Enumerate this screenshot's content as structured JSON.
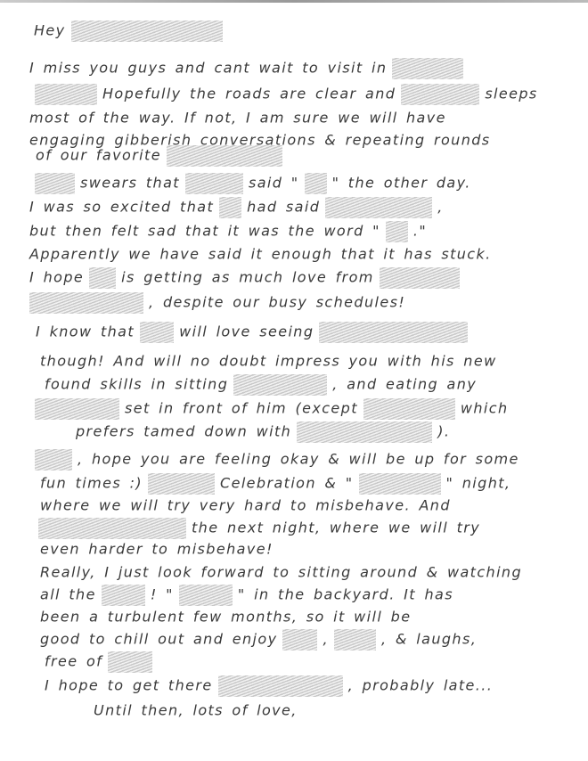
{
  "letter": {
    "lines": [
      [
        "Hey"
      ],
      [
        "I miss you guys and cant wait to visit in"
      ],
      [
        "Hopefully the roads are clear and",
        "sleeps"
      ],
      [
        "most of the way. If not, I am sure we will have"
      ],
      [
        "engaging gibberish conversations & repeating rounds"
      ],
      [
        "of our favorite"
      ],
      [
        "swears that",
        "said \"",
        "\" the other day."
      ],
      [
        "I was so excited that",
        "had said",
        ","
      ],
      [
        "but then felt sad that it was the word \"",
        ".\""
      ],
      [
        "Apparently we have said it enough that it has stuck."
      ],
      [
        "I hope",
        "is getting as much love from"
      ],
      [
        ", despite our busy schedules!"
      ],
      [
        "I know that",
        "will love seeing"
      ],
      [
        "though! And will no doubt impress you with his new"
      ],
      [
        "found skills in sitting",
        ", and eating any"
      ],
      [
        "set in front of him (except",
        "which"
      ],
      [
        "prefers tamed down with",
        ")."
      ],
      [
        ", hope you are feeling okay & will be up for some"
      ],
      [
        "fun times :)",
        "Celebration & \"",
        "\" night,"
      ],
      [
        "where we will try very hard to misbehave. And"
      ],
      [
        "the next night, where we will try"
      ],
      [
        "even harder to misbehave!"
      ],
      [
        "Really, I just look forward to sitting around & watching"
      ],
      [
        "all the",
        "! \"",
        "\" in the backyard. It has"
      ],
      [
        "been a turbulent few months, so it will be"
      ],
      [
        "good to chill out and enjoy",
        ",",
        ", & laughs,"
      ],
      [
        "free of"
      ],
      [
        "I hope to get there",
        ", probably late..."
      ],
      [
        "Until then, lots of love,"
      ]
    ]
  }
}
